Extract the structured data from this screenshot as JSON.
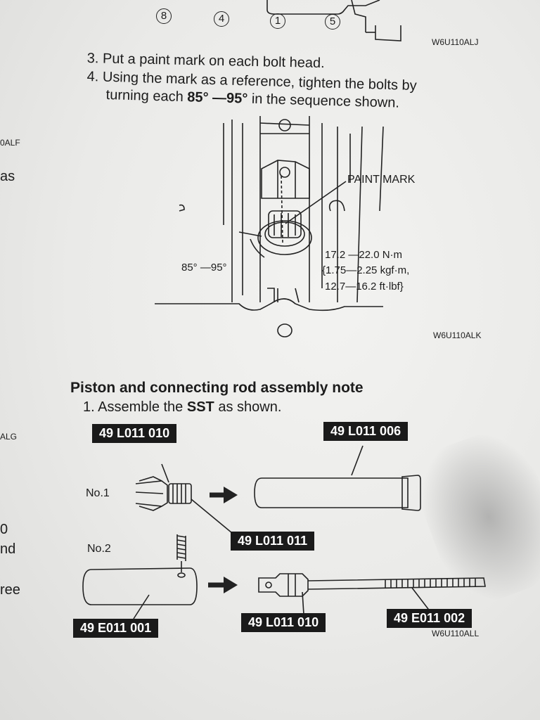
{
  "top_sequence": {
    "numbers": [
      "8",
      "4",
      "1",
      "5"
    ],
    "figure_code": "W6U110ALJ"
  },
  "steps": {
    "step3": "3. Put a paint mark on each bolt head.",
    "step4_line1": "4. Using the mark as a reference, tighten the bolts by",
    "step4_line2_pre": "turning each ",
    "step4_line2_bold": "85° —95°",
    "step4_line2_post": " in the sequence shown."
  },
  "bolt_figure": {
    "paint_mark_label": "PAINT MARK",
    "angle_label": "85° —95°",
    "torque_line1": "17.2 —22.0 N·m",
    "torque_line2": "{1.75—2.25 kgf·m,",
    "torque_line3": "12.7—16.2 ft·lbf}",
    "figure_code": "W6U110ALK"
  },
  "left_edge": {
    "code1": "0ALF",
    "text1": "as",
    "code2": "ALG",
    "text2": "0",
    "text3": "nd",
    "text4": "ree"
  },
  "piston_section": {
    "heading": "Piston and connecting rod assembly note",
    "step1_pre": "1. Assemble the ",
    "step1_bold": "SST",
    "step1_post": " as shown.",
    "no1_label": "No.1",
    "no2_label": "No.2",
    "part_labels": {
      "p1": "49 L011 010",
      "p2": "49 L011 006",
      "p3": "49 L011 011",
      "p4": "49 E011 001",
      "p5": "49 L011 010",
      "p6": "49 E011 002"
    },
    "figure_code": "W6U110ALL"
  }
}
